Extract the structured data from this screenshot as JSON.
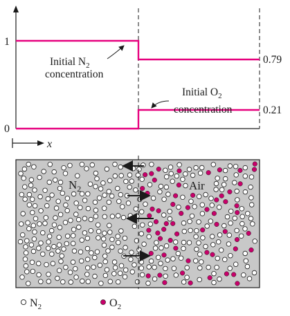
{
  "top_graph": {
    "y_ticks": [
      "1",
      "0"
    ],
    "x_axis_label": "x",
    "n2_label": {
      "line1": "Initial N",
      "sub": "2",
      "line2": "concentration"
    },
    "o2_label": {
      "line1": "Initial O",
      "sub": "2",
      "line2": "concentration"
    },
    "right_values": [
      "0.79",
      "0.21"
    ],
    "line_color": "#e6007e"
  },
  "box": {
    "left_label": {
      "text": "N",
      "sub": "2"
    },
    "right_label": "Air",
    "fill_color": "#c8c8c8",
    "o2_color": "#c8006a"
  },
  "legend": {
    "n2": {
      "text": "N",
      "sub": "2"
    },
    "o2": {
      "text": "O",
      "sub": "2"
    }
  }
}
